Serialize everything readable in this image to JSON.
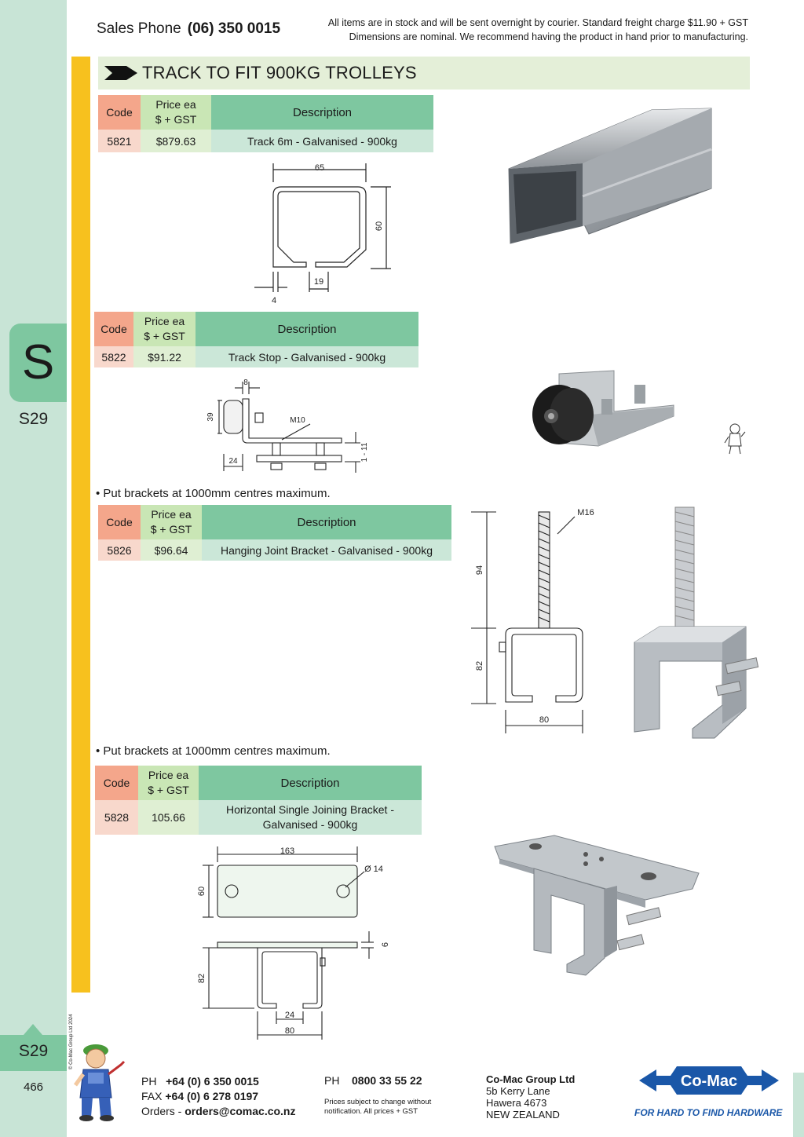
{
  "header": {
    "sales_label": "Sales Phone",
    "sales_phone": "(06) 350 0015",
    "notice_line1": "All items are in stock and will be sent overnight by courier. Standard freight charge $11.90 + GST",
    "notice_line2": "Dimensions are nominal. We recommend having the product in hand prior to manufacturing."
  },
  "section": {
    "tab_letter": "S",
    "tab_code": "S29",
    "bottom_tab_code": "S29",
    "page_number": "466"
  },
  "title": "TRACK TO FIT 900KG TROLLEYS",
  "table_headers": {
    "code": "Code",
    "price_line1": "Price ea",
    "price_line2": "$ + GST",
    "description": "Description"
  },
  "products": [
    {
      "code": "5821",
      "price": "$879.63",
      "description": "Track 6m - Galvanised - 900kg"
    },
    {
      "code": "5822",
      "price": "$91.22",
      "description": "Track Stop - Galvanised - 900kg"
    },
    {
      "code": "5826",
      "price": "$96.64",
      "description": "Hanging Joint Bracket - Galvanised - 900kg"
    },
    {
      "code": "5828",
      "price": "105.66",
      "description_line1": "Horizontal Single Joining Bracket -",
      "description_line2": "Galvanised - 900kg"
    }
  ],
  "notes": {
    "bracket_note_1": "• Put brackets at 1000mm centres maximum.",
    "bracket_note_2": "• Put brackets at 1000mm centres maximum."
  },
  "dimensions": {
    "track": {
      "width": "65",
      "height": "60",
      "opening": "19",
      "thickness": "4"
    },
    "stop": {
      "top": "8",
      "height": "39",
      "bolt": "M10",
      "base": "24",
      "gap": "1 - 11"
    },
    "hanging": {
      "bolt": "M16",
      "rod": "94",
      "height": "82",
      "width": "80"
    },
    "horizontal": {
      "length": "163",
      "hole": "Ø 14",
      "plate_height": "60",
      "plate_thickness": "6",
      "height": "82",
      "opening": "24",
      "width": "80"
    }
  },
  "footer": {
    "ph_label": "PH",
    "ph_value": "+64 (0) 6 350 0015",
    "fax_label": "FAX",
    "fax_value": "+64 (0) 6 278 0197",
    "orders_label": "Orders -",
    "orders_value": "orders@comac.co.nz",
    "ph2_label": "PH",
    "ph2_value": "0800 33 55 22",
    "disclaimer_line1": "Prices subject to change without",
    "disclaimer_line2": "notification. All prices + GST",
    "company": "Co-Mac Group Ltd",
    "addr1": "5b Kerry Lane",
    "addr2": "Hawera 4673",
    "addr3": "NEW ZEALAND",
    "logo_text": "Co-Mac",
    "tagline": "FOR HARD TO FIND HARDWARE",
    "copyright": "© Co-Mac Group Ltd 2024"
  },
  "colors": {
    "rail": "#c8e4d6",
    "tab": "#7ec7a0",
    "yellow": "#f7c11e",
    "code_header": "#f4a68b",
    "price_header": "#c9e6b5",
    "desc_header": "#7ec7a0",
    "brand_blue": "#1a57a8"
  }
}
